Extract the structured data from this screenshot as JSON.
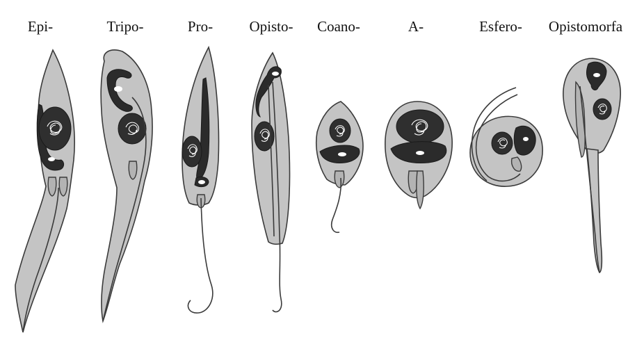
{
  "labels": {
    "epi": "Epi-",
    "tripo": "Tripo-",
    "pro": "Pro-",
    "opisto": "Opisto-",
    "coano": "Coano-",
    "a": "A-",
    "esfero": "Esfero-",
    "opistomorfa": "Opistomorfa"
  },
  "colors": {
    "cell_body": "#c4c4c4",
    "organelle": "#2b2b2b",
    "kinetoplast": "#ffffff",
    "outline": "#3a3a3a"
  }
}
